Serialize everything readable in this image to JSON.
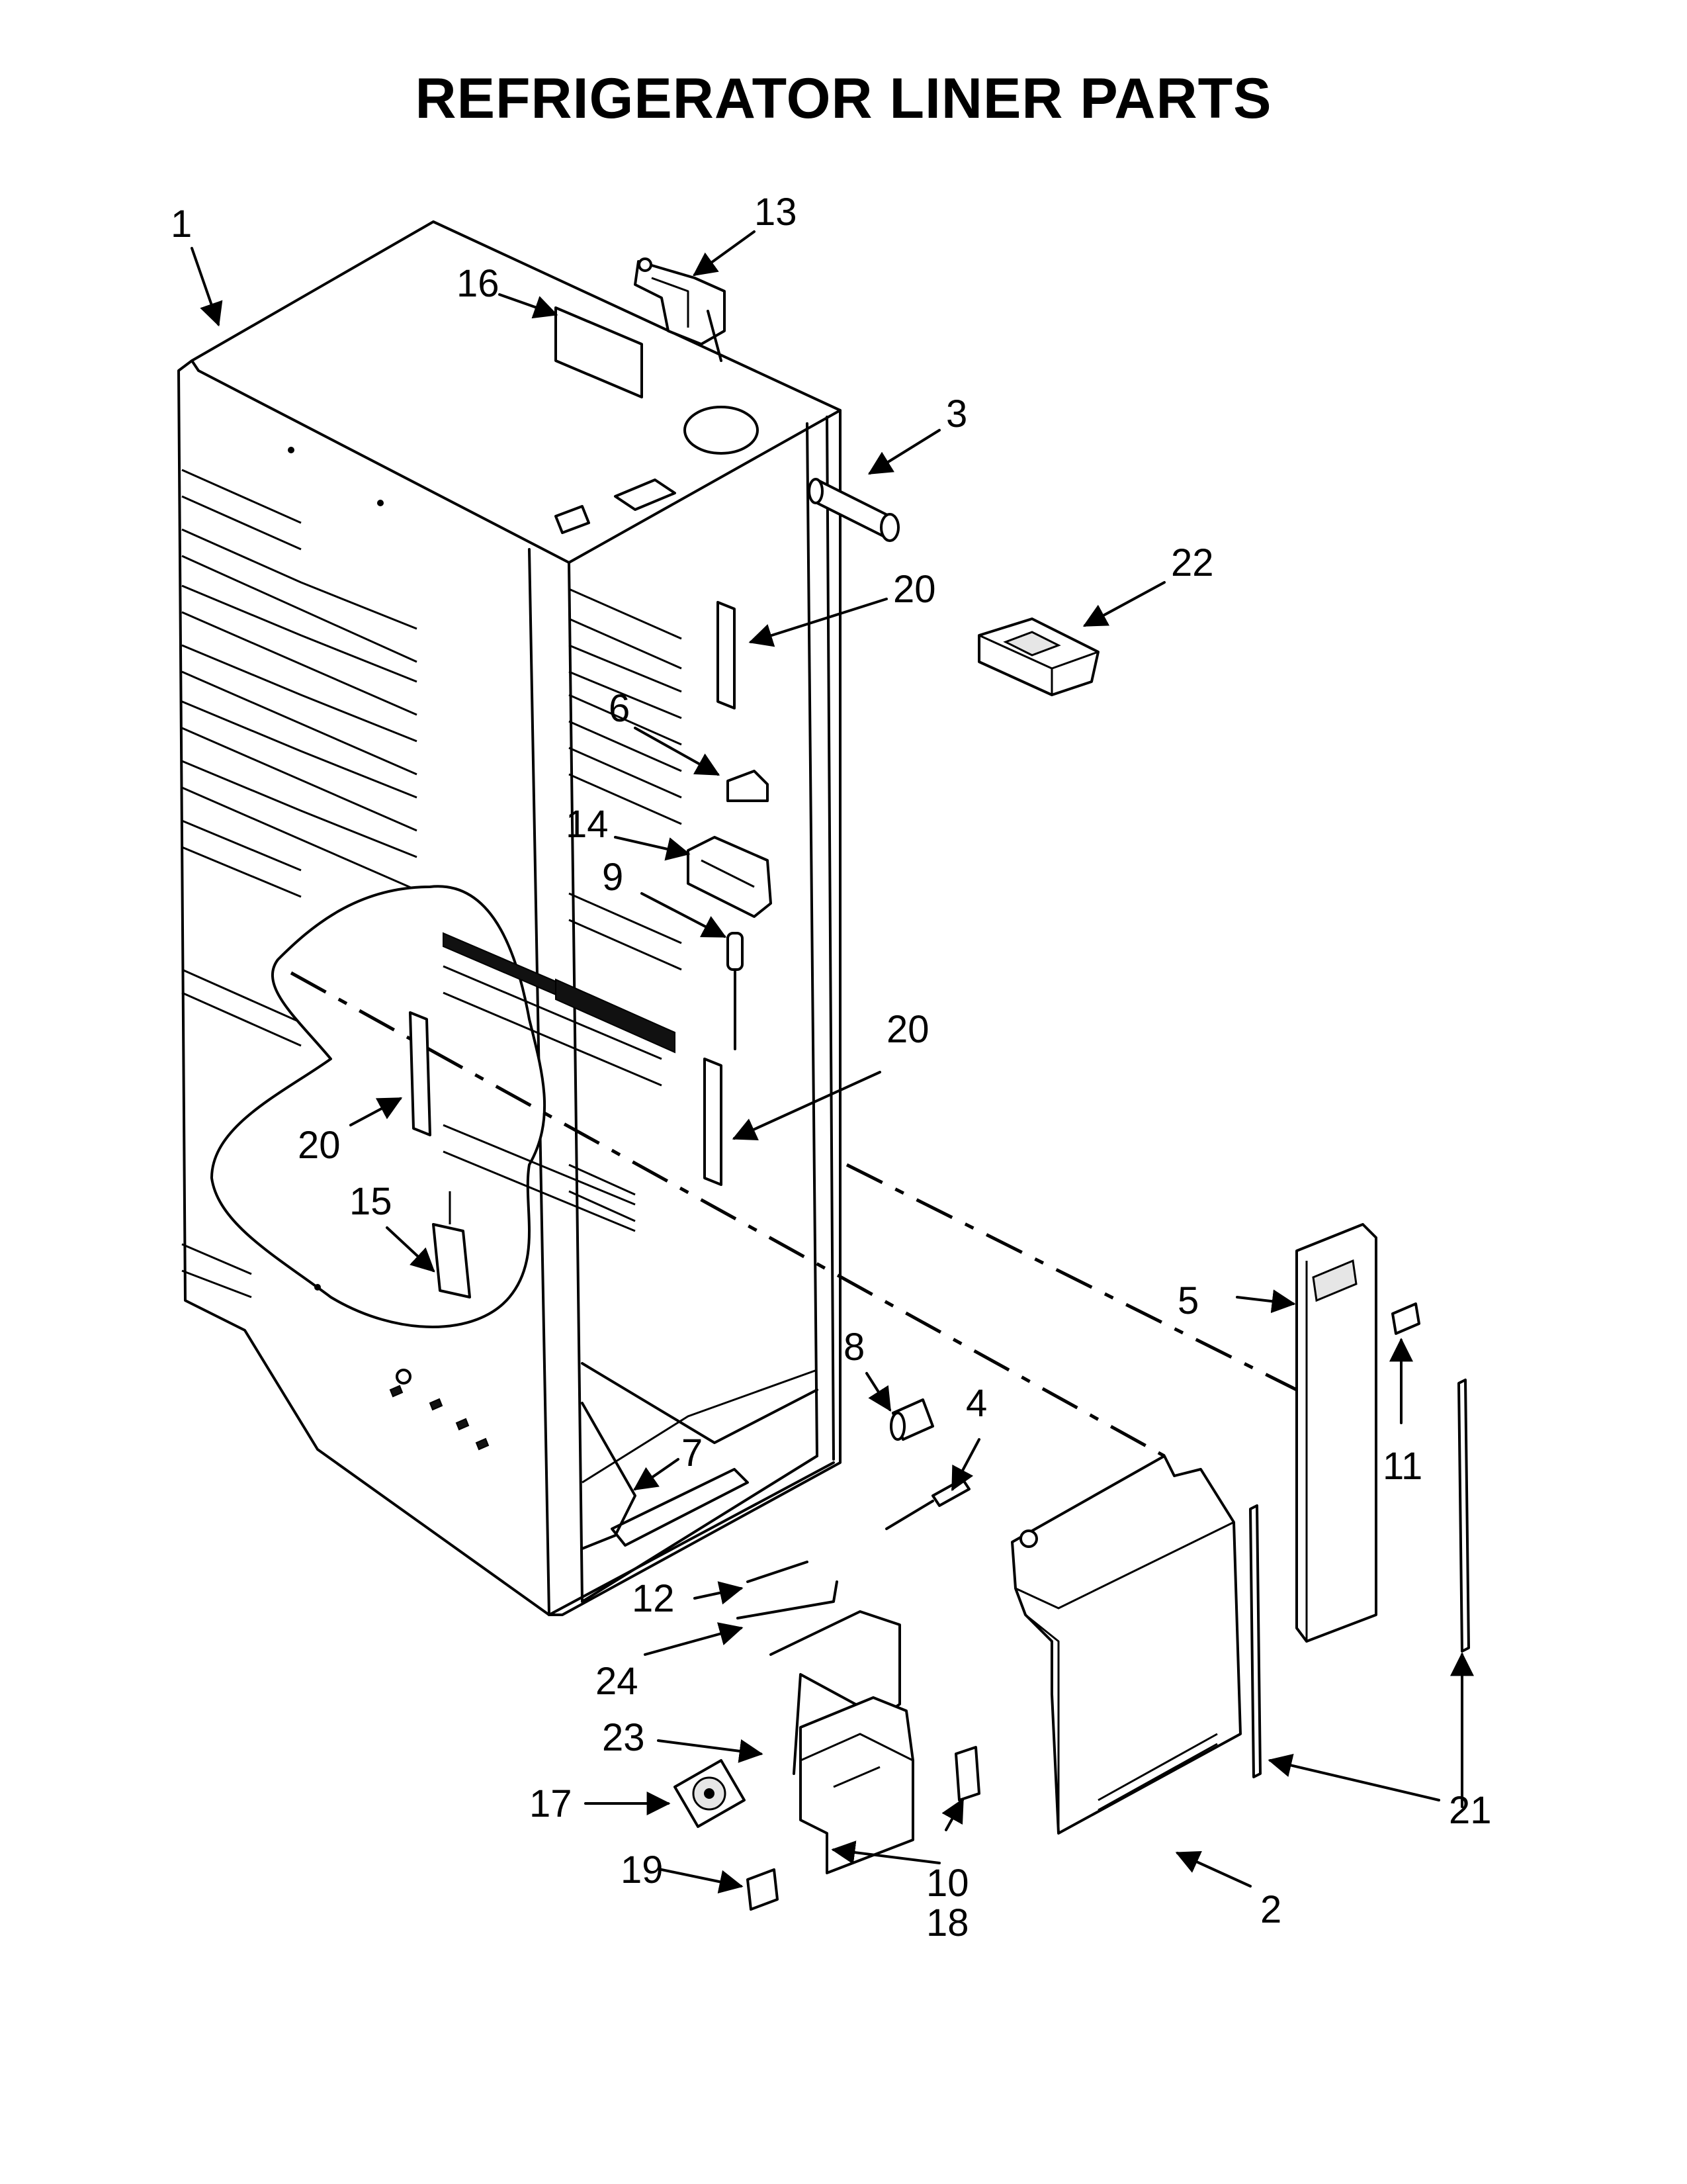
{
  "title": "REFRIGERATOR LINER PARTS",
  "callouts": {
    "c1": "1",
    "c2": "2",
    "c3": "3",
    "c4": "4",
    "c5": "5",
    "c6": "6",
    "c7": "7",
    "c8": "8",
    "c9": "9",
    "c10": "10",
    "c11": "11",
    "c12": "12",
    "c13": "13",
    "c14": "14",
    "c15": "15",
    "c16": "16",
    "c17": "17",
    "c18": "18",
    "c19": "19",
    "c20a": "20",
    "c20b": "20",
    "c20c": "20",
    "c21": "21",
    "c22": "22",
    "c23": "23",
    "c24": "24"
  }
}
